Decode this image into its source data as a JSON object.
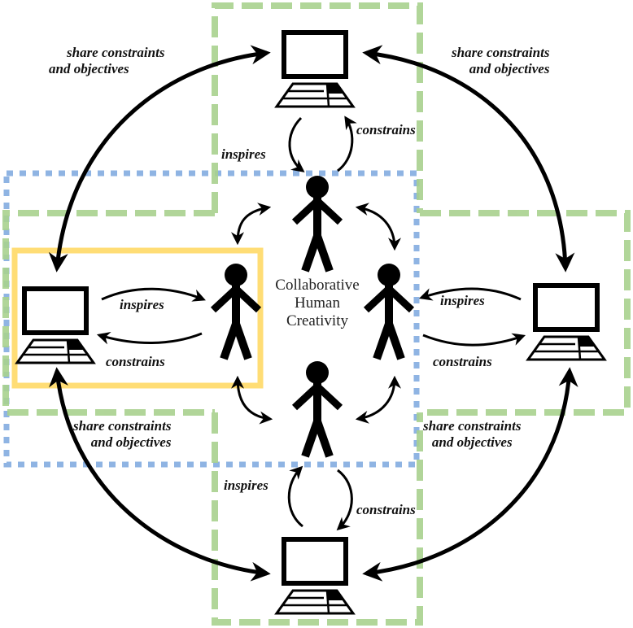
{
  "diagram": {
    "center_label": {
      "line1": "Collaborative",
      "line2": "Human",
      "line3": "Creativity"
    },
    "labels": {
      "top_left_share": {
        "line1": "share constraints",
        "line2": "and objectives"
      },
      "top_right_share": {
        "line1": "share constraints",
        "line2": "and objectives"
      },
      "bottom_left_share": {
        "line1": "share constraints",
        "line2": "and objectives"
      },
      "bottom_right_share": {
        "line1": "share constraints",
        "line2": "and objectives"
      },
      "top_inspires": "inspires",
      "top_constrains": "constrains",
      "left_inspires": "inspires",
      "left_constrains": "constrains",
      "right_inspires": "inspires",
      "right_constrains": "constrains",
      "bottom_inspires": "inspires",
      "bottom_constrains": "constrains"
    },
    "nodes": {
      "computers": [
        "top-computer",
        "left-computer",
        "right-computer",
        "bottom-computer"
      ],
      "humans": [
        "top-human",
        "left-human",
        "right-human",
        "bottom-human"
      ]
    },
    "colors": {
      "green_dashed_box": "#a9d18e",
      "blue_dotted_box": "#8fb4e3",
      "yellow_box": "#ffd966",
      "ink": "#000000"
    }
  }
}
